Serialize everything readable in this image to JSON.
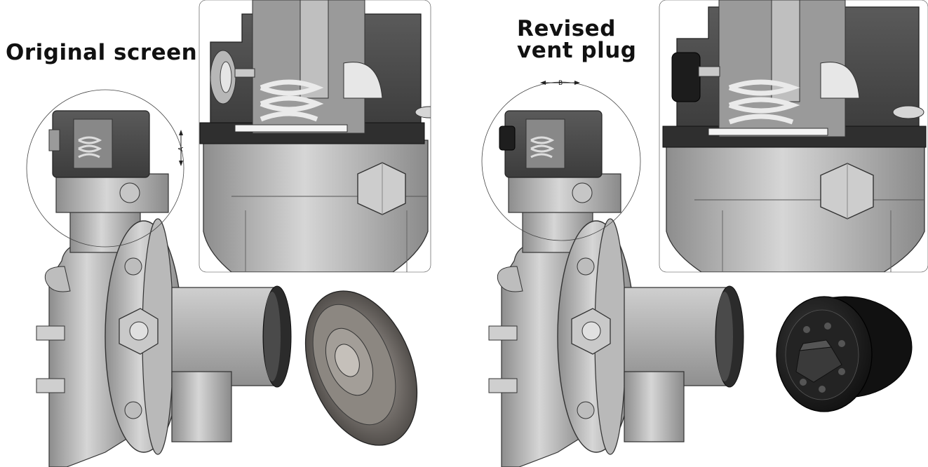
{
  "titles": {
    "left": "Original screen",
    "right": "Revised\nvent plug"
  },
  "callouts": {
    "left": "A",
    "right": "B"
  },
  "colors": {
    "background": "#ffffff",
    "cast_metal": "#a9a9a9",
    "cast_metal_light": "#c7c7c7",
    "cover_dark": "#4a4a4a",
    "plug_black": "#1c1c1c",
    "screen_metal": "#8a8580"
  }
}
